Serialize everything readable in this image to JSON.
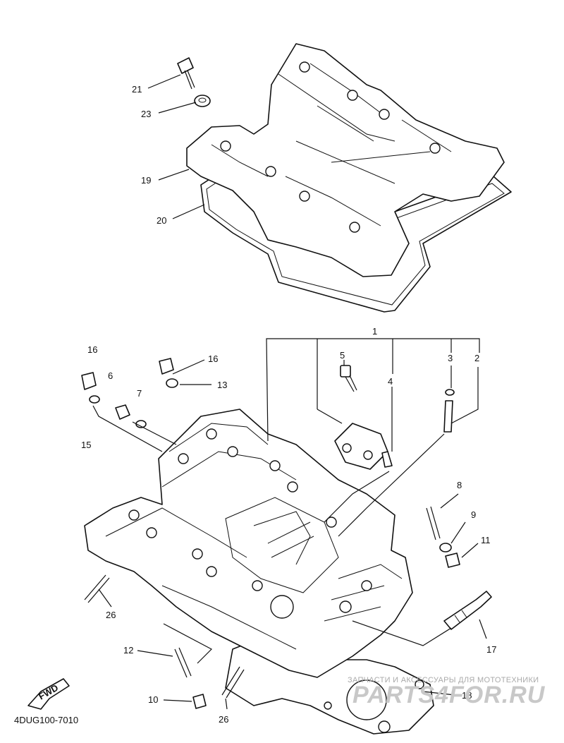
{
  "diagram_code": "4DUG100-7010",
  "fwd_label": "FWD",
  "watermark": {
    "tagline": "ЗАПЧАСТИ И АКСЕССУАРЫ ДЛЯ МОТОТЕХНИКИ",
    "logo": "PARTS4FOR.RU"
  },
  "callouts": [
    "1",
    "2",
    "3",
    "4",
    "5",
    "6",
    "7",
    "8",
    "9",
    "10",
    "11",
    "12",
    "13",
    "15",
    "16",
    "16",
    "17",
    "18",
    "19",
    "20",
    "21",
    "23",
    "26",
    "26"
  ]
}
